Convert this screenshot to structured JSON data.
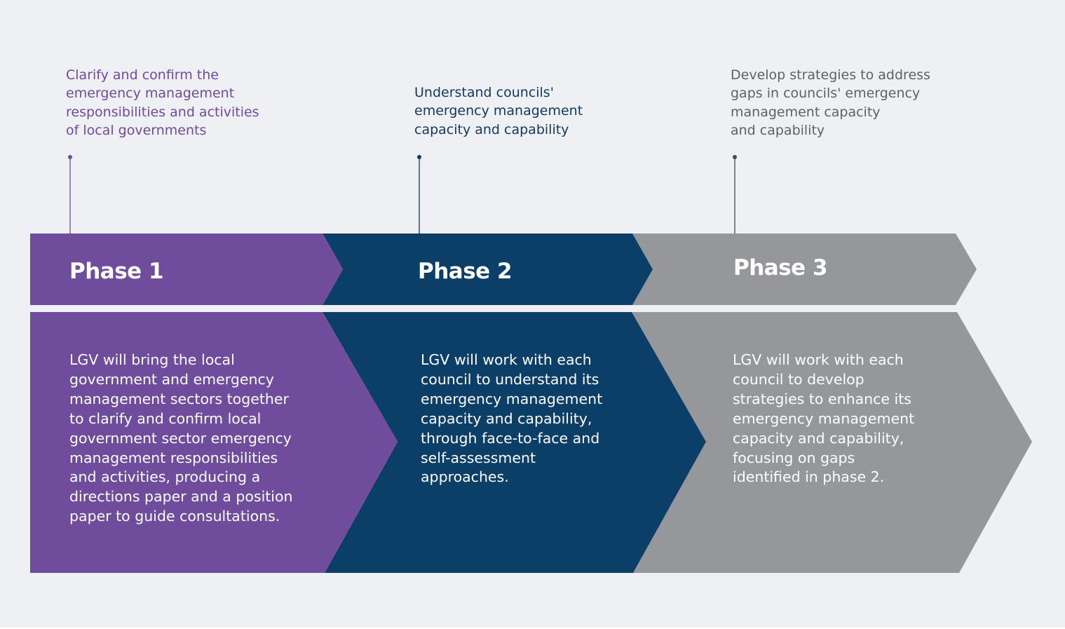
{
  "colors": {
    "background": "#eef0f4",
    "phase1": "#704c9c",
    "phase2": "#0c3f68",
    "phase3": "#96979b",
    "goal1_text": "#6f4a9f",
    "goal2_text": "#12385e",
    "goal3_text": "#5f6064"
  },
  "phases": [
    {
      "goal": "Clarify and confirm the\nemergency management\nresponsibilities and activities\nof local governments",
      "title": "Phase 1",
      "description": "LGV will bring the local\ngovernment and emergency\nmanagement sectors together\nto clarify and confirm local\ngovernment sector emergency\nmanagement responsibilities\nand activities, producing a\ndirections paper and a position\npaper to guide consultations."
    },
    {
      "goal": "Understand councils'\nemergency management\ncapacity and capability",
      "title": "Phase 2",
      "description": "LGV will work with each\ncouncil to understand its\nemergency management\ncapacity and capability,\nthrough face-to-face and\nself-assessment\napproaches."
    },
    {
      "goal": "Develop strategies to address\ngaps in councils' emergency\nmanagement capacity\nand capability",
      "title": "Phase 3",
      "description": "LGV will work with each\ncouncil to develop\nstrategies to enhance its\nemergency management\ncapacity and capability,\nfocusing on gaps\nidentified in phase 2."
    }
  ]
}
